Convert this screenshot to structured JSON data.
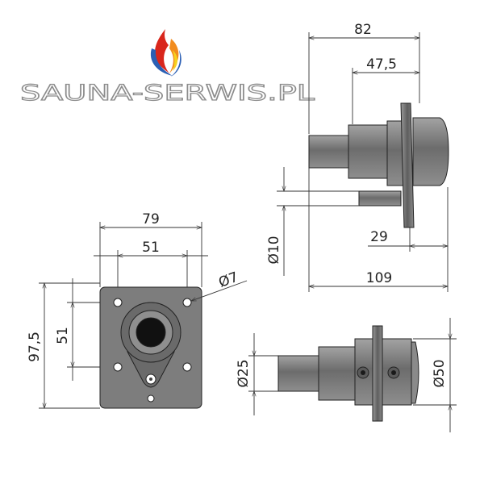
{
  "logo": {
    "text": "SAUNA-SERWIS.PL",
    "icon": "flame-icon"
  },
  "side_view": {
    "dim_top_outer": "82",
    "dim_top_inner": "47,5",
    "dim_pin": "Ø10",
    "dim_cap": "29",
    "dim_total": "109"
  },
  "front_view": {
    "dim_width": "79",
    "dim_hole_spacing_x": "51",
    "dim_hole": "Ø7",
    "dim_height": "97,5",
    "dim_hole_spacing_y": "51"
  },
  "top_view": {
    "dim_shaft": "Ø25",
    "dim_body": "Ø50"
  },
  "colors": {
    "part_gray": "#7d7d7d",
    "flame_red": "#d9261c",
    "flame_orange": "#f28c1e",
    "flame_yellow": "#f6d21f",
    "flame_blue": "#2b5fb4"
  }
}
